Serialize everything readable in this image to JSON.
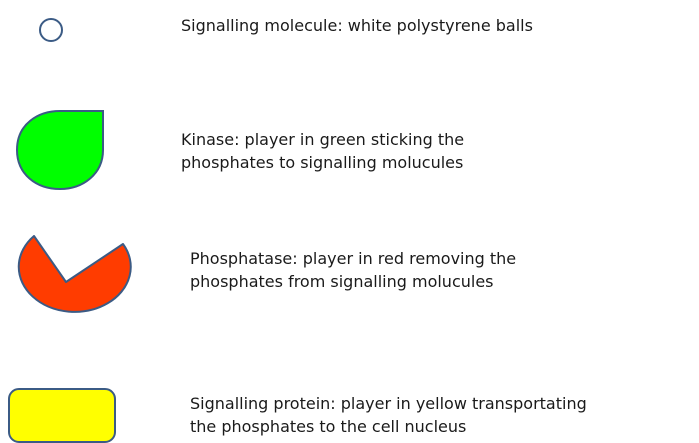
{
  "colors": {
    "outline": "#3b5b85",
    "signalling_molecule_fill": "#ffffff",
    "kinase_fill": "#00ff00",
    "phosphatase_fill": "#ff3c00",
    "signalling_protein_fill": "#ffff00"
  },
  "legend": {
    "items": [
      {
        "symbol_icon": "white-circle",
        "lines": [
          "Signalling molecule: white polystyrene balls"
        ]
      },
      {
        "symbol_icon": "green-teardrop",
        "lines": [
          "Kinase: player in green sticking the",
          "phosphates to signalling molucules"
        ]
      },
      {
        "symbol_icon": "red-pacman",
        "lines": [
          "Phosphatase: player in red removing the",
          "phosphates from signalling molucules"
        ]
      },
      {
        "symbol_icon": "yellow-rounded-rectangle",
        "lines": [
          "Signalling protein: player in yellow transportating",
          "the phosphates to the cell  nucleus"
        ]
      }
    ]
  }
}
